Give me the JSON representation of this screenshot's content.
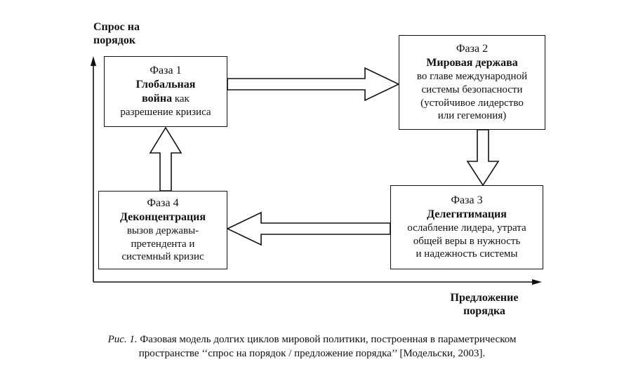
{
  "y_axis_label": [
    "Спрос на",
    "порядок"
  ],
  "x_axis_label": [
    "Предложение",
    "порядка"
  ],
  "phases": {
    "phase1": {
      "title": "Фаза 1",
      "bold_lines": [
        "Глобальная",
        "война"
      ],
      "inline_tail": " как",
      "desc_lines": [
        "разрешение кризиса"
      ]
    },
    "phase2": {
      "title": "Фаза 2",
      "bold_lines": [
        "Мировая держава"
      ],
      "desc_lines": [
        "во главе международной",
        "системы безопасности",
        "(устойчивое лидерство",
        "или гегемония)"
      ]
    },
    "phase3": {
      "title": "Фаза 3",
      "bold_lines": [
        "Делегитимация"
      ],
      "desc_lines": [
        "ослабление лидера, утрата",
        "общей веры в нужность",
        "и надежность системы"
      ]
    },
    "phase4": {
      "title": "Фаза 4",
      "bold_lines": [
        "Деконцентрация"
      ],
      "desc_lines": [
        "вызов державы-",
        "претендента и",
        "системный кризис"
      ]
    }
  },
  "caption": {
    "prefix": "Рис. 1.",
    "line1": " Фазовая модель долгих циклов мировой политики, построенная в параметрическом",
    "line2": "пространстве ‘‘спрос на порядок / предложение порядка’’ [Модельски, 2003]."
  }
}
